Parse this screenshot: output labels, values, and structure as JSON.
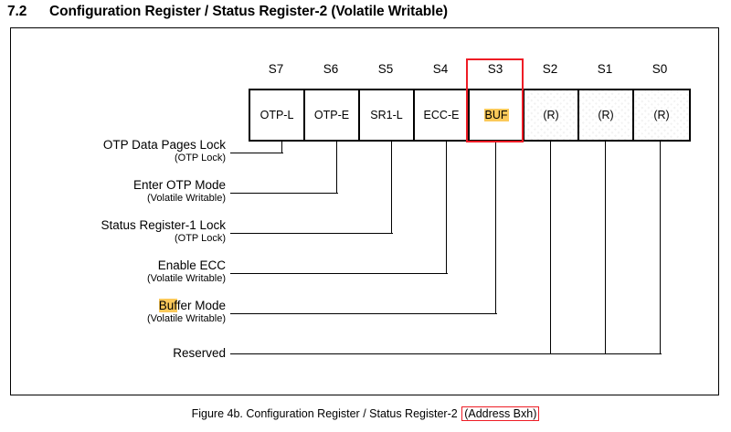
{
  "section": {
    "number": "7.2",
    "title": "Configuration Register / Status Register-2 (Volatile Writable)"
  },
  "register": {
    "bit_indices": [
      "S7",
      "S6",
      "S5",
      "S4",
      "S3",
      "S2",
      "S1",
      "S0"
    ],
    "cells": [
      {
        "label": "OTP-L",
        "reserved": false,
        "highlight": false
      },
      {
        "label": "OTP-E",
        "reserved": false,
        "highlight": false
      },
      {
        "label": "SR1-L",
        "reserved": false,
        "highlight": false
      },
      {
        "label": "ECC-E",
        "reserved": false,
        "highlight": false
      },
      {
        "label": "BUF",
        "reserved": false,
        "highlight": true
      },
      {
        "label": "(R)",
        "reserved": true,
        "highlight": false
      },
      {
        "label": "(R)",
        "reserved": true,
        "highlight": false
      },
      {
        "label": "(R)",
        "reserved": true,
        "highlight": false
      }
    ]
  },
  "callouts": [
    {
      "main": "OTP Data Pages Lock",
      "sub": "(OTP Lock)",
      "highlight_prefix": ""
    },
    {
      "main": "Enter OTP Mode",
      "sub": "(Volatile Writable)",
      "highlight_prefix": ""
    },
    {
      "main": "Status Register-1 Lock",
      "sub": "(OTP Lock)",
      "highlight_prefix": ""
    },
    {
      "main": "Enable ECC",
      "sub": "(Volatile Writable)",
      "highlight_prefix": ""
    },
    {
      "main": "Buffer Mode",
      "sub": "(Volatile Writable)",
      "highlight_prefix": "Buf"
    },
    {
      "main": "Reserved",
      "sub": "",
      "highlight_prefix": ""
    }
  ],
  "caption": {
    "text": "Figure 4b. Configuration Register / Status Register-2 ",
    "address": "(Address Bxh)"
  },
  "colors": {
    "highlight": "#fbc95a",
    "emphasis_red": "#ee1c25",
    "reserved_fill": "#f2f2f2",
    "line": "#000000"
  }
}
